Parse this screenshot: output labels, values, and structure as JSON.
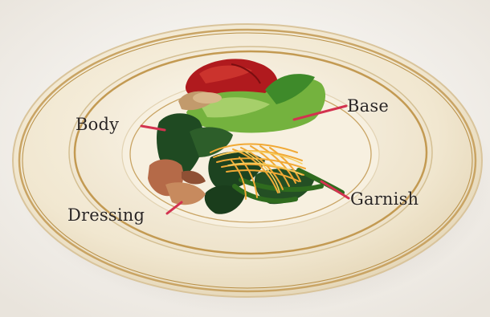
{
  "labels": {
    "body": "Body",
    "base": "Base",
    "garnish": "Garnish",
    "dressing": "Dressing"
  },
  "colors": {
    "leader_line": "#d3324f",
    "plate_rim_gold": "#c9a464",
    "plate_cream": "#efe7d3",
    "background": "#f4f1ec"
  }
}
